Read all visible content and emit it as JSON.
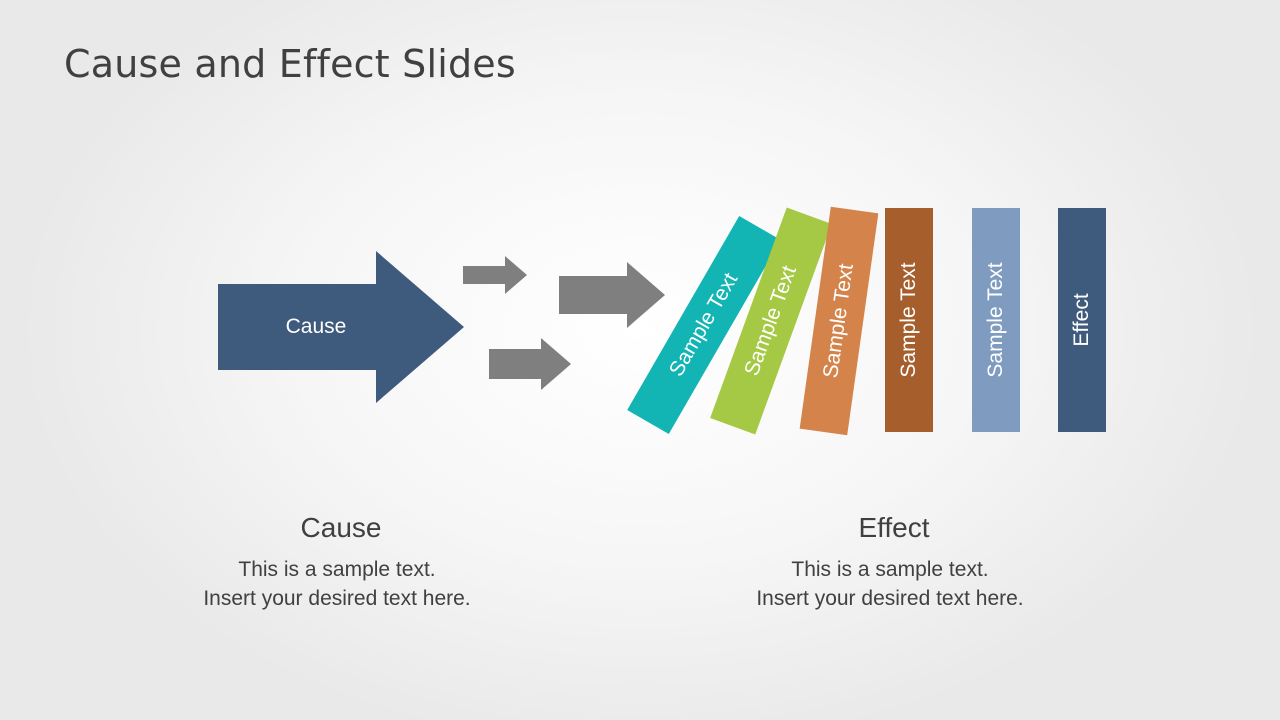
{
  "title": "Cause and Effect Slides",
  "colors": {
    "cause_arrow": "#3e5a7c",
    "small_arrows": "#7f7f7f",
    "domino_1": "#13b4b4",
    "domino_2": "#a5c945",
    "domino_3": "#d4834a",
    "domino_4": "#a65e2c",
    "domino_5": "#7f9bc0",
    "domino_6": "#3e5a7c"
  },
  "cause_arrow_label": "Cause",
  "dominoes": [
    "Sample Text",
    "Sample Text",
    "Sample Text",
    "Sample Text",
    "Sample Text",
    "Effect"
  ],
  "cause": {
    "heading": "Cause",
    "line1": "This is a sample text.",
    "line2": "Insert your desired text here."
  },
  "effect": {
    "heading": "Effect",
    "line1": "This is a sample text.",
    "line2": "Insert your desired text here."
  }
}
